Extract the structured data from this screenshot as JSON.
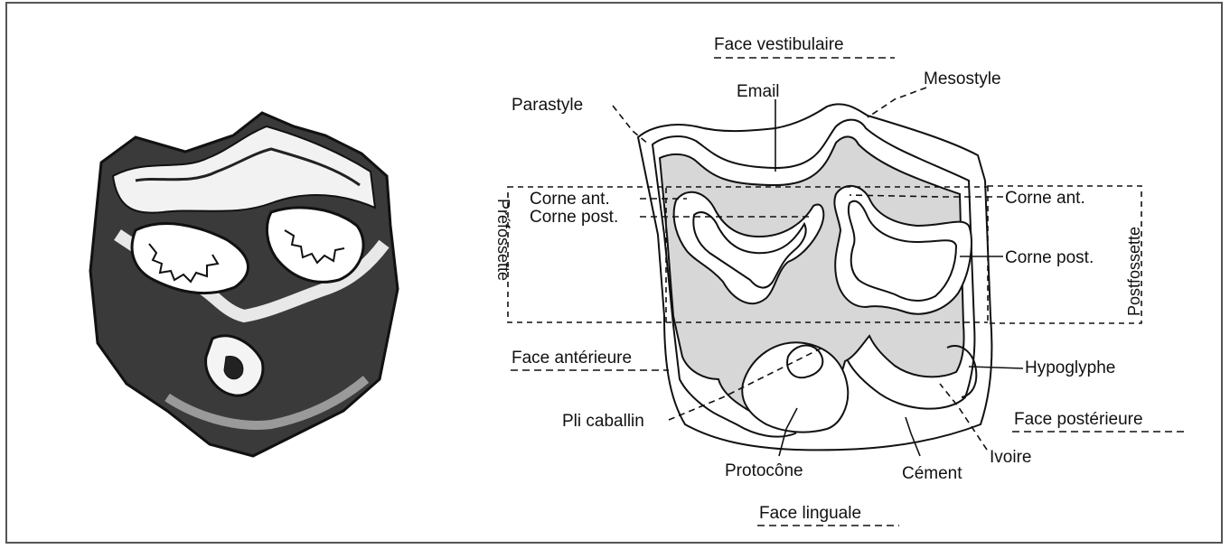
{
  "titles": {
    "top": "Face vestibulaire",
    "left": "Face antérieure",
    "right": "Face postérieure",
    "bottom": "Face linguale"
  },
  "labels": {
    "parastyle": "Parastyle",
    "email": "Email",
    "mesostyle": "Mesostyle",
    "corne_ant_left": "Corne ant.",
    "corne_post_left": "Corne post.",
    "corne_ant_right": "Corne ant.",
    "corne_post_right": "Corne post.",
    "hypoglyphe": "Hypoglyphe",
    "pli_caballin": "Pli caballin",
    "protocone": "Protocône",
    "cement": "Cément",
    "ivoire": "Ivoire"
  },
  "vertical_labels": {
    "prefossette": "Préfossette",
    "postfossette": "Postfossette"
  },
  "colors": {
    "stroke": "#111111",
    "dentine_fill": "#d7d7d7",
    "frame": "#555555"
  }
}
